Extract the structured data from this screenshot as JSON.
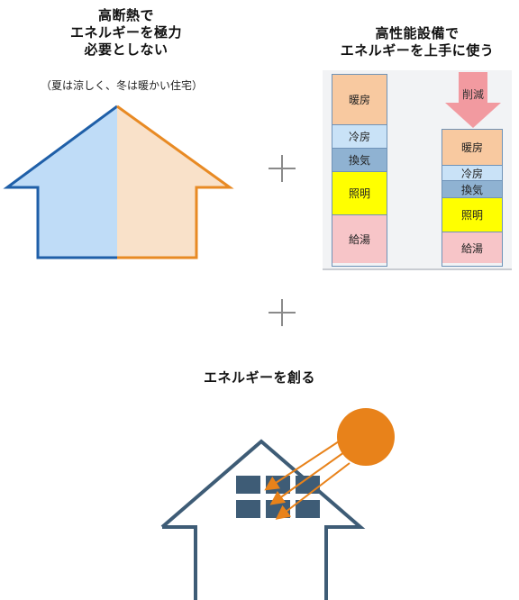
{
  "left_block": {
    "title_line1": "高断熱で",
    "title_line2": "エネルギーを極力",
    "title_line3": "必要としない",
    "subtitle": "（夏は涼しく、冬は暖かい住宅）"
  },
  "right_block": {
    "title_line1": "高性能設備で",
    "title_line2": "エネルギーを上手に使う",
    "reduce_label": "削減",
    "before_stack": [
      {
        "label": "暖房",
        "color": "#f8c9a0"
      },
      {
        "label": "冷房",
        "color": "#c9e2f7"
      },
      {
        "label": "換気",
        "color": "#8fb2d2"
      },
      {
        "label": "照明",
        "color": "#ffff00"
      },
      {
        "label": "給湯",
        "color": "#f7c5c8"
      }
    ],
    "after_stack": [
      {
        "label": "暖房",
        "color": "#f8c9a0"
      },
      {
        "label": "冷房",
        "color": "#c9e2f7"
      },
      {
        "label": "換気",
        "color": "#8fb2d2"
      },
      {
        "label": "照明",
        "color": "#ffff00"
      },
      {
        "label": "給湯",
        "color": "#f7c5c8"
      }
    ]
  },
  "bottom_block": {
    "title": "エネルギーを創る"
  },
  "colors": {
    "house_left_blue": "#1f5fa8",
    "house_left_fill": "#bfdcf7",
    "house_right_orange": "#e88a24",
    "house_right_fill": "#f9e1c9",
    "sun": "#e8821a",
    "house_outline": "#3e5c76",
    "panel": "#3e5c76",
    "reduce_arrow": "#f29aa0"
  }
}
